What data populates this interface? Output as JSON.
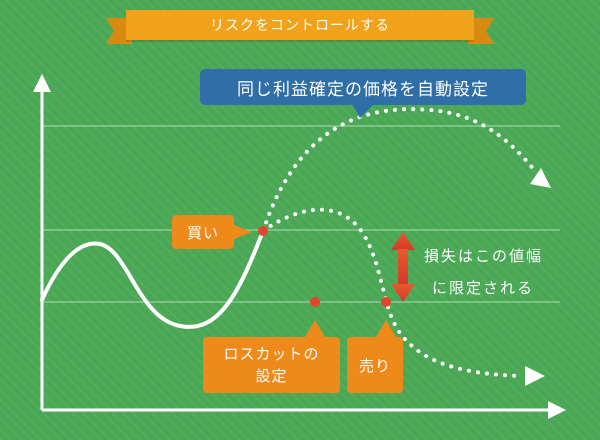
{
  "banner": {
    "title": "リスクをコントロールする"
  },
  "labels": {
    "take_profit": "同じ利益確定の価格を自動設定",
    "buy": "買い",
    "stop_loss_line1": "ロスカットの",
    "stop_loss_line2": "設定",
    "sell": "売り",
    "loss_limit_line1": "損失はこの値幅",
    "loss_limit_line2": "に限定される"
  },
  "colors": {
    "background": "#4aa855",
    "banner": "#f0a21a",
    "callout_orange": "#ee8a1a",
    "callout_blue": "#2f6ea6",
    "marker_red": "#e0482d",
    "arrow_red": "#d9452a",
    "line_white": "#ffffff"
  }
}
